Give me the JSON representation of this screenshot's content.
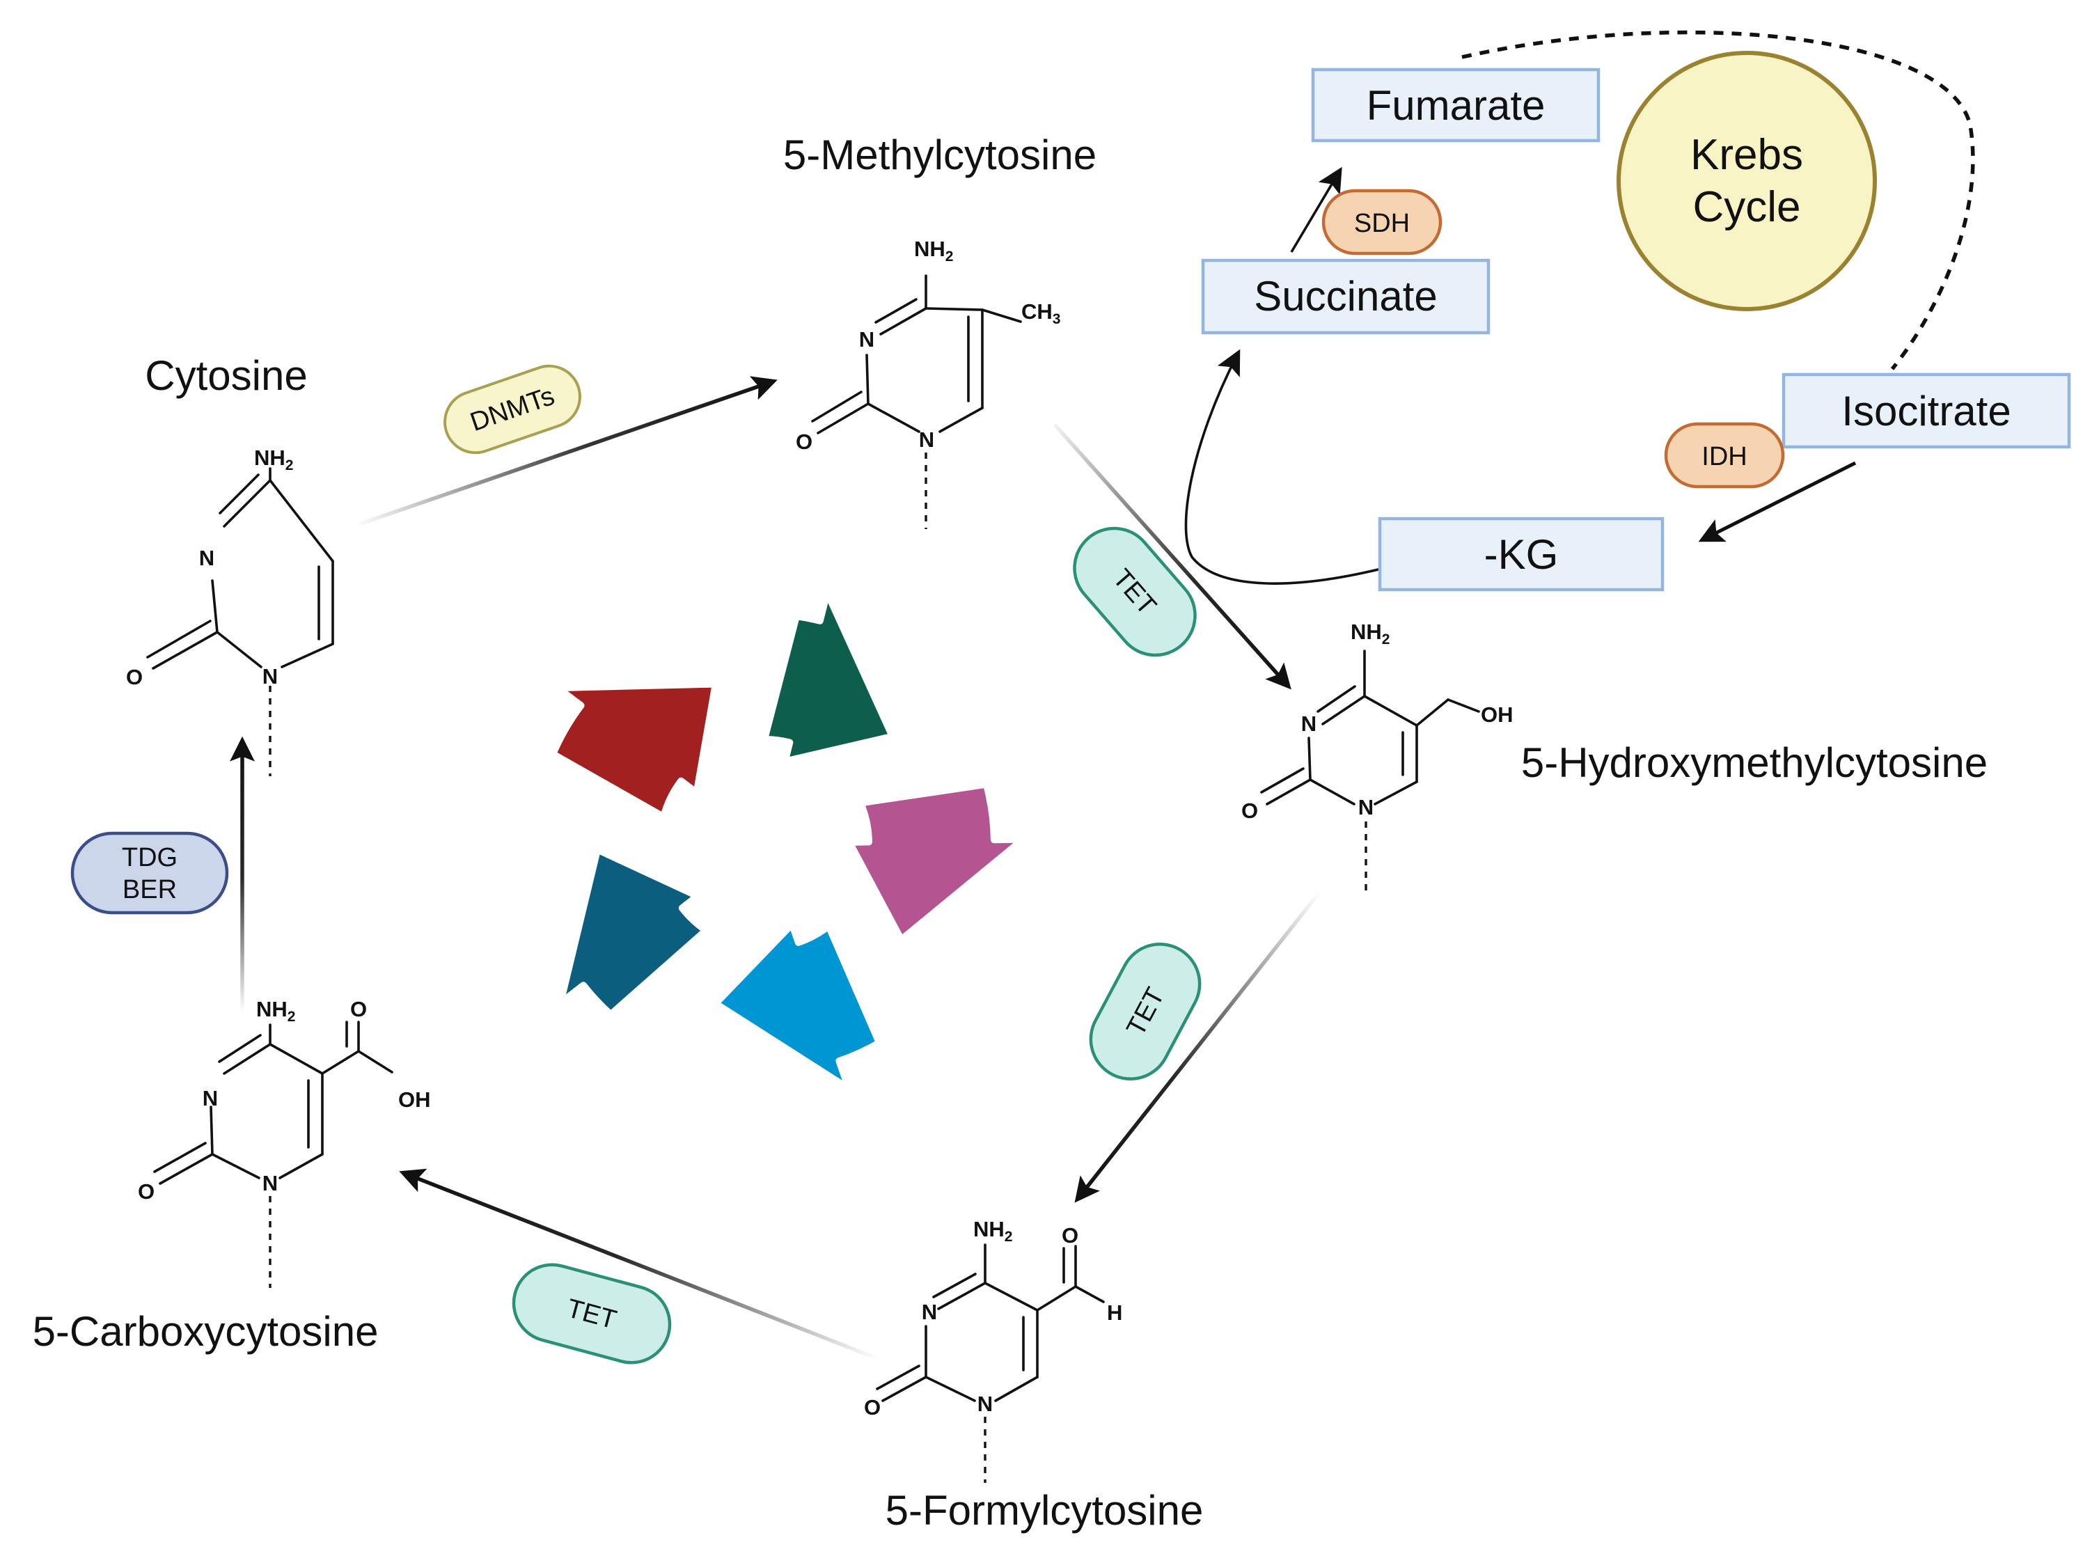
{
  "molecules": {
    "cytosine": "Cytosine",
    "methylcytosine": "5-Methylcytosine",
    "hydroxymethylcytosine": "5-Hydroxymethylcytosine",
    "formylcytosine": "5-Formylcytosine",
    "carboxycytosine": "5-Carboxycytosine"
  },
  "atoms": {
    "N": "N",
    "O": "O",
    "NH": "NH",
    "two": "2",
    "CH": "CH",
    "three": "3",
    "OH": "OH",
    "H": "H"
  },
  "enzymes": {
    "dnmts": "DNMTs",
    "tet_1": "TET",
    "tet_2": "TET",
    "tet_3": "TET",
    "tdg": "TDG",
    "ber": "BER",
    "sdh": "SDH",
    "idh": "IDH"
  },
  "metabolites": {
    "fumarate": "Fumarate",
    "succinate": "Succinate",
    "isocitrate": "Isocitrate",
    "akg": "-KG"
  },
  "krebs": {
    "line1": "Krebs",
    "line2": "Cycle"
  },
  "colors": {
    "cycle_green": "#0d5e4c",
    "cycle_magenta": "#b45591",
    "cycle_blue": "#0095d3",
    "cycle_teal": "#0b5e7d",
    "cycle_red": "#a32021",
    "tet_fill": "#cdeee8",
    "tet_stroke": "#2a9078",
    "dnmt_fill": "#f8f5cd",
    "dnmt_stroke": "#a9a052",
    "enzyme_orange_fill": "#f7d4b1",
    "enzyme_orange_stroke": "#c46b33",
    "tdg_fill": "#cbd6ea",
    "tdg_stroke": "#3c4e8a",
    "krebs_fill": "#f9f4c5",
    "krebs_stroke": "#9a8230",
    "box_fill": "#e8f0fa",
    "box_stroke": "#93b5de"
  }
}
